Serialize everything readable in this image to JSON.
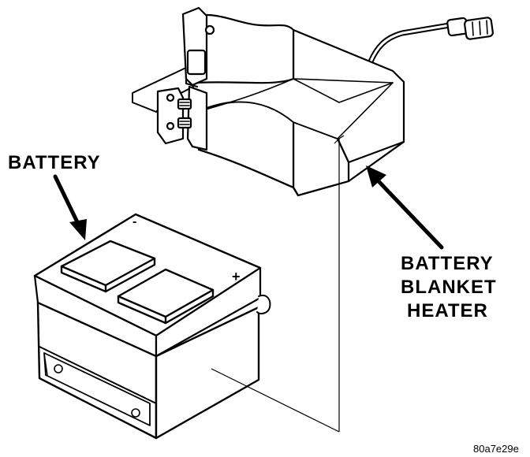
{
  "labels": {
    "battery": "BATTERY",
    "heater_line1": "BATTERY",
    "heater_line2": "BLANKET",
    "heater_line3": "HEATER",
    "figure_id": "80a7e29e"
  },
  "terminals": {
    "negative": "-",
    "positive": "+"
  },
  "colors": {
    "ink": "#000000",
    "paper": "#ffffff"
  }
}
